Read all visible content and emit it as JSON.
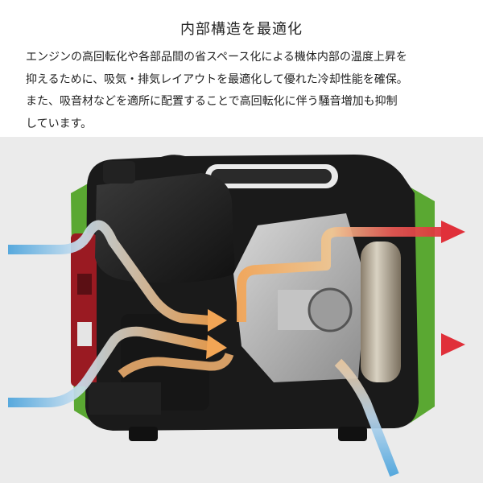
{
  "heading": {
    "title": "内部構造を最適化",
    "lines": [
      "エンジンの高回転化や各部品間の省スペース化による機体内部の温度上昇を",
      "抑えるために、吸気・排気レイアウトを最適化して優れた冷却性能を確保。",
      "また、吸音材などを適所に配置することで高回転化に伴う騒音増加も抑制",
      "しています。"
    ]
  },
  "colors": {
    "background": "#ebebeb",
    "intake_air": "#4aa3dc",
    "warm_air": "#f0a050",
    "exhaust_air": "#e0303a",
    "frame": "#111111",
    "body_green": "#5aa832"
  }
}
